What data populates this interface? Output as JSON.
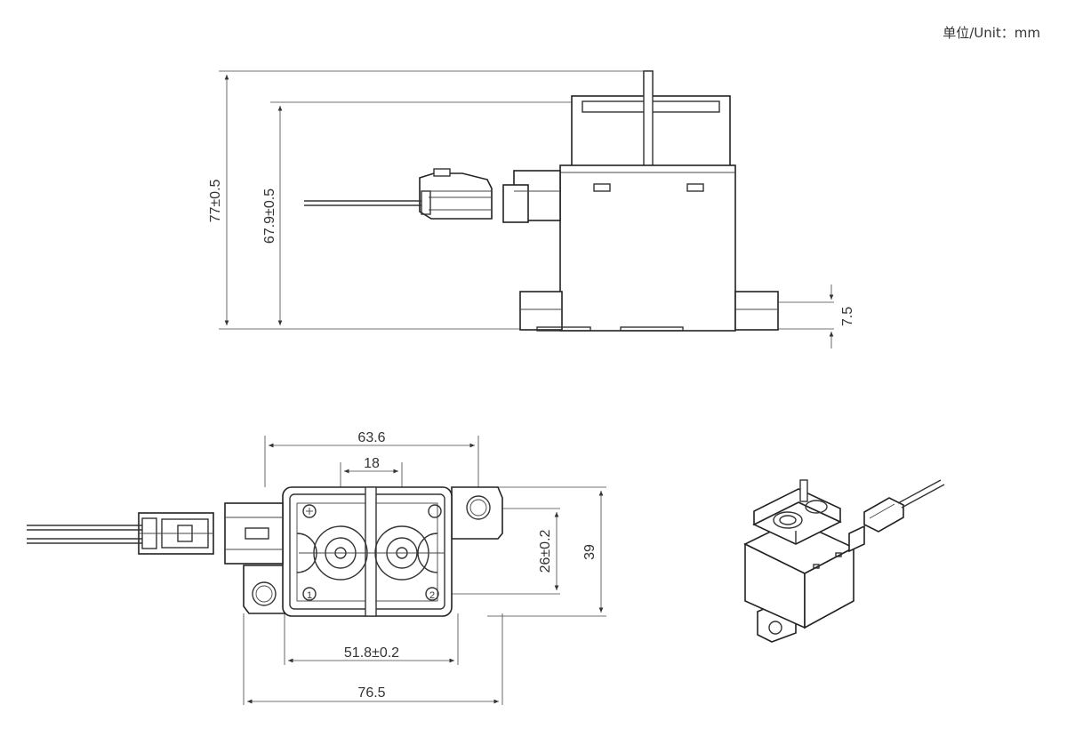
{
  "unit_note": "单位/Unit：mm",
  "side_view": {
    "overall_height": "77±0.5",
    "body_height": "67.9±0.5",
    "foot_height": "7.5"
  },
  "top_view": {
    "body_width": "63.6",
    "terminal_spacing": "18",
    "mount_hole_spacing": "51.8±0.2",
    "overall_length": "76.5",
    "depth": "39",
    "terminal_depth": "26±0.2",
    "pin_mark_1": "1",
    "pin_mark_2": "2"
  },
  "colors": {
    "line": "#333333",
    "background": "#ffffff"
  }
}
